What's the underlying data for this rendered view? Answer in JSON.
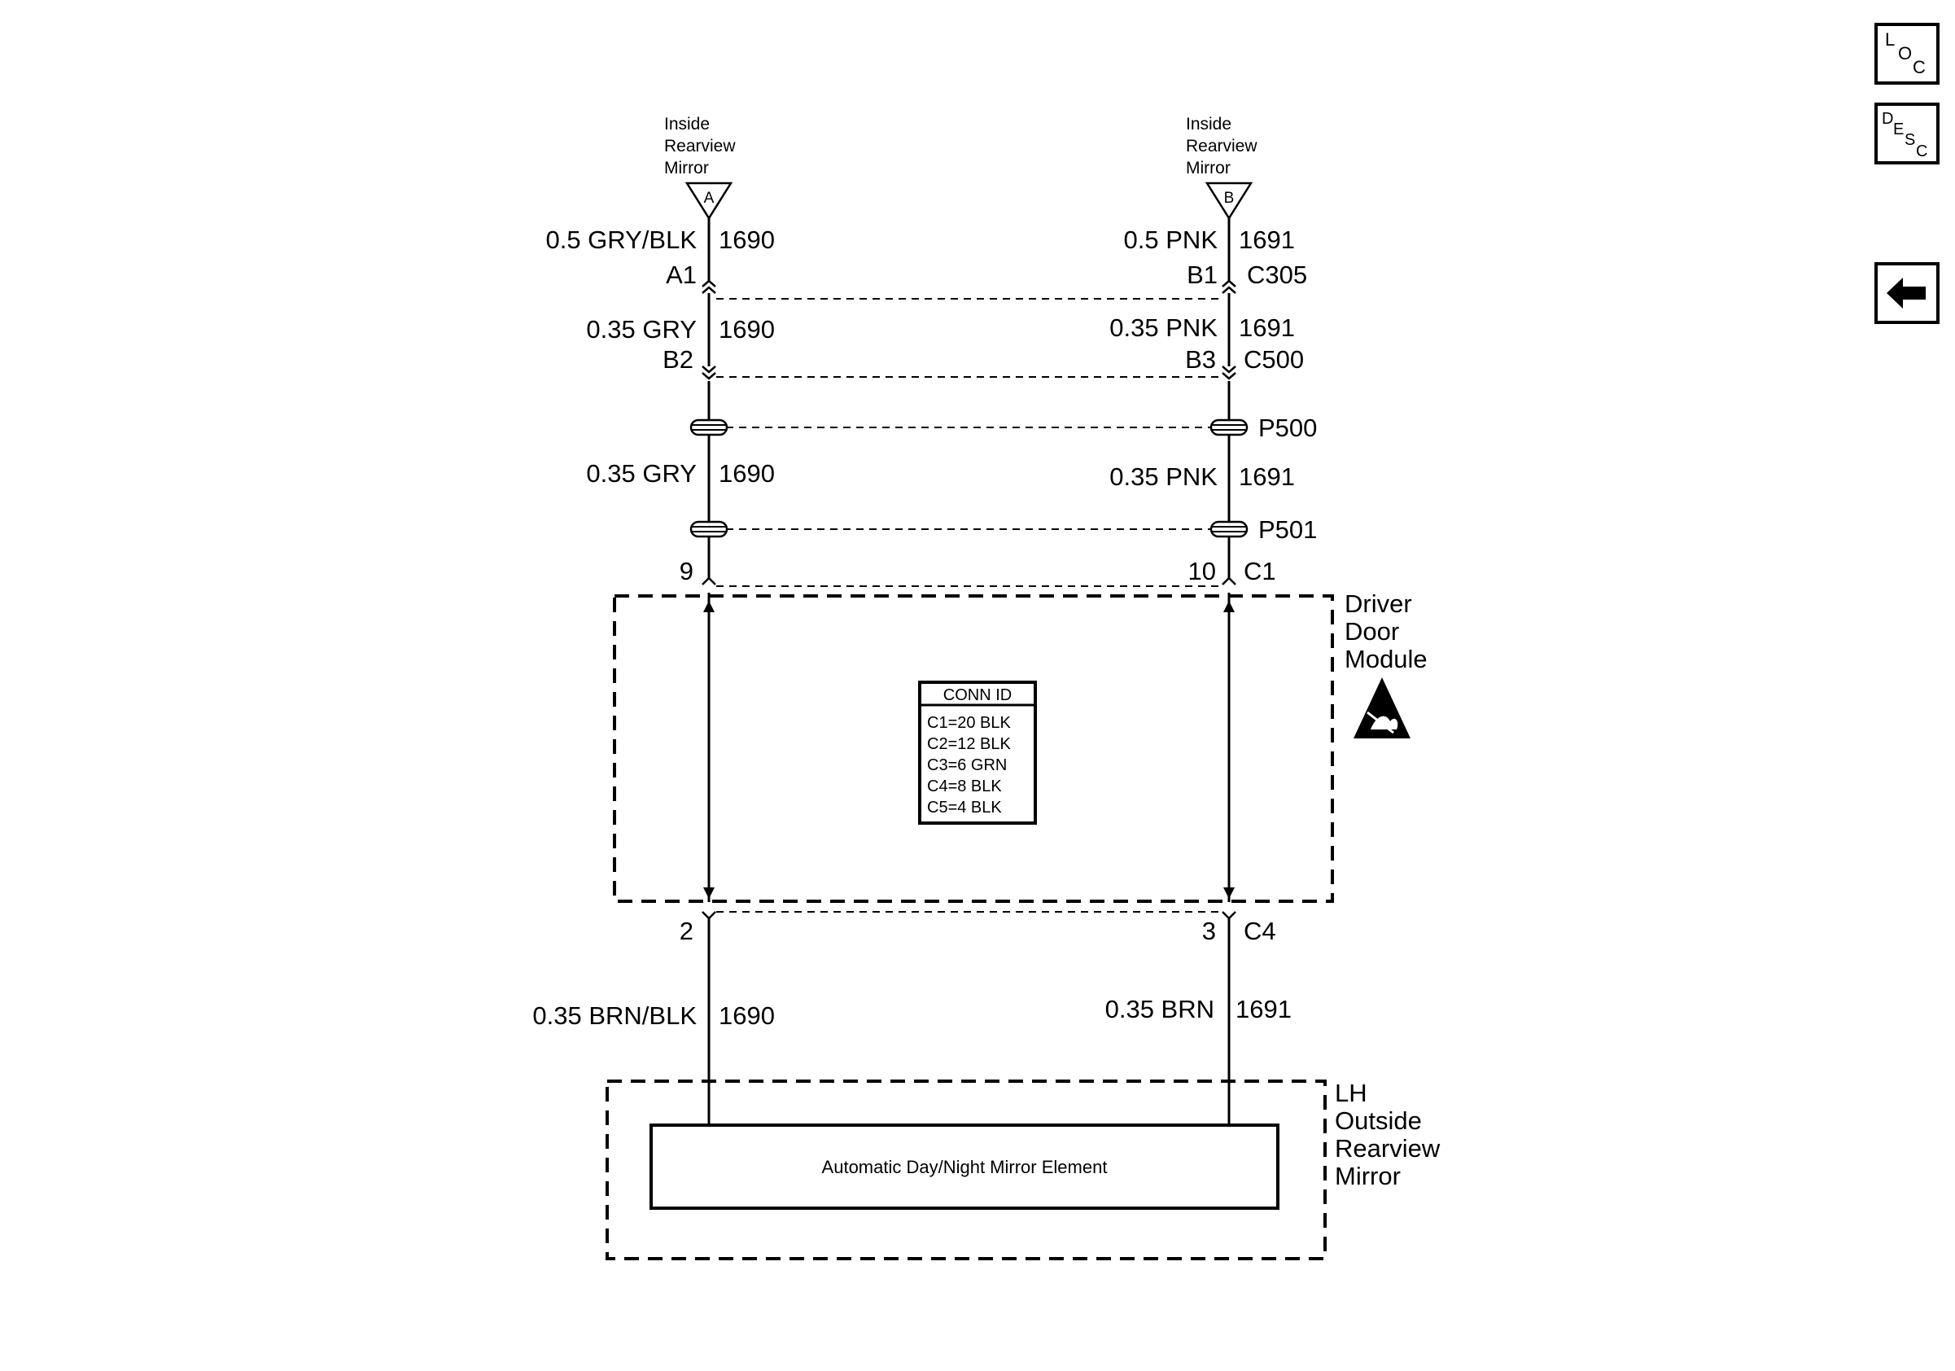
{
  "nav": {
    "loc": {
      "l1": "L",
      "l2": "O",
      "l3": "C"
    },
    "desc": {
      "l1": "D",
      "l2": "E",
      "l3": "S",
      "l4": "C"
    },
    "back_icon": "left-arrow-icon"
  },
  "sources": [
    {
      "label_line1": "Inside",
      "label_line2": "Rearview",
      "label_line3": "Mirror",
      "letter": "A"
    },
    {
      "label_line1": "Inside",
      "label_line2": "Rearview",
      "label_line3": "Mirror",
      "letter": "B"
    }
  ],
  "wires": {
    "left": {
      "seg1_color": "0.5 GRY/BLK",
      "seg1_circuit": "1690",
      "seg2_color": "0.35 GRY",
      "seg2_circuit": "1690",
      "seg3_color": "0.35 GRY",
      "seg3_circuit": "1690",
      "seg4_color": "0.35 BRN/BLK",
      "seg4_circuit": "1690"
    },
    "right": {
      "seg1_color": "0.5 PNK",
      "seg1_circuit": "1691",
      "seg2_color": "0.35 PNK",
      "seg2_circuit": "1691",
      "seg3_color": "0.35 PNK",
      "seg3_circuit": "1691",
      "seg4_color": "0.35 BRN",
      "seg4_circuit": "1691"
    }
  },
  "connectors": {
    "c305": {
      "left_pin": "A1",
      "right_pin": "B1",
      "name": "C305"
    },
    "c500": {
      "left_pin": "B2",
      "right_pin": "B3",
      "name": "C500"
    },
    "p500": {
      "name": "P500"
    },
    "p501": {
      "name": "P501"
    },
    "c1": {
      "left_pin": "9",
      "right_pin": "10",
      "name": "C1"
    },
    "c4": {
      "left_pin": "2",
      "right_pin": "3",
      "name": "C4"
    }
  },
  "driver_door_module": {
    "label_line1": "Driver",
    "label_line2": "Door",
    "label_line3": "Module",
    "esd_icon": "esd-warning-icon",
    "conn_id": {
      "title": "CONN ID",
      "rows": [
        "C1=20 BLK",
        "C2=12 BLK",
        "C3=6 GRN",
        "C4=8 BLK",
        "C5=4 BLK"
      ]
    }
  },
  "outside_mirror": {
    "label_line1": "LH",
    "label_line2": "Outside",
    "label_line3": "Rearview",
    "label_line4": "Mirror",
    "element_label": "Automatic Day/Night Mirror Element"
  }
}
